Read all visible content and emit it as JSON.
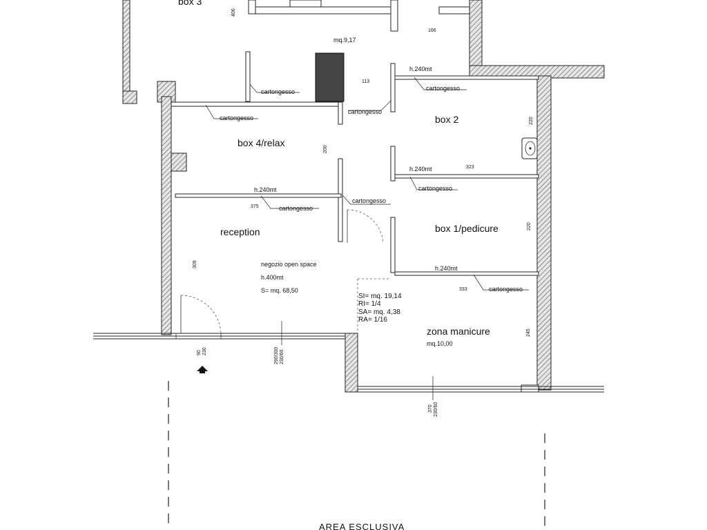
{
  "rooms": {
    "box3": "box 3",
    "box2": "box 2",
    "box4": "box 4/relax",
    "reception": "reception",
    "box1": "box 1/pedicure",
    "manicure": "zona manicure"
  },
  "notes": {
    "cartongesso": "cartongesso",
    "h240": "h.240mt",
    "mq917": "mq.9,17",
    "mq1000": "mq.10,00",
    "open_space": "negozio open space",
    "h400": "h.400mt",
    "s_mq": "S= mq. 68,50"
  },
  "dims": {
    "d406": "406",
    "d166": "166",
    "d113": "113",
    "d220a": "220",
    "d200": "200",
    "d323": "323",
    "d375": "375",
    "d220b": "220",
    "d309": "309",
    "d333": "333",
    "d245": "245",
    "d90": "90",
    "d230": "230",
    "d290": "290/300",
    "d230b": "230/60",
    "d370": "370",
    "d230c": "230/60"
  },
  "ratios": [
    "SI= mq. 19,14",
    "RI=    1/4",
    "SA= mq. 4,38",
    "RA=    1/16"
  ],
  "footer": {
    "area": "AREA  ESCLUSIVA"
  }
}
